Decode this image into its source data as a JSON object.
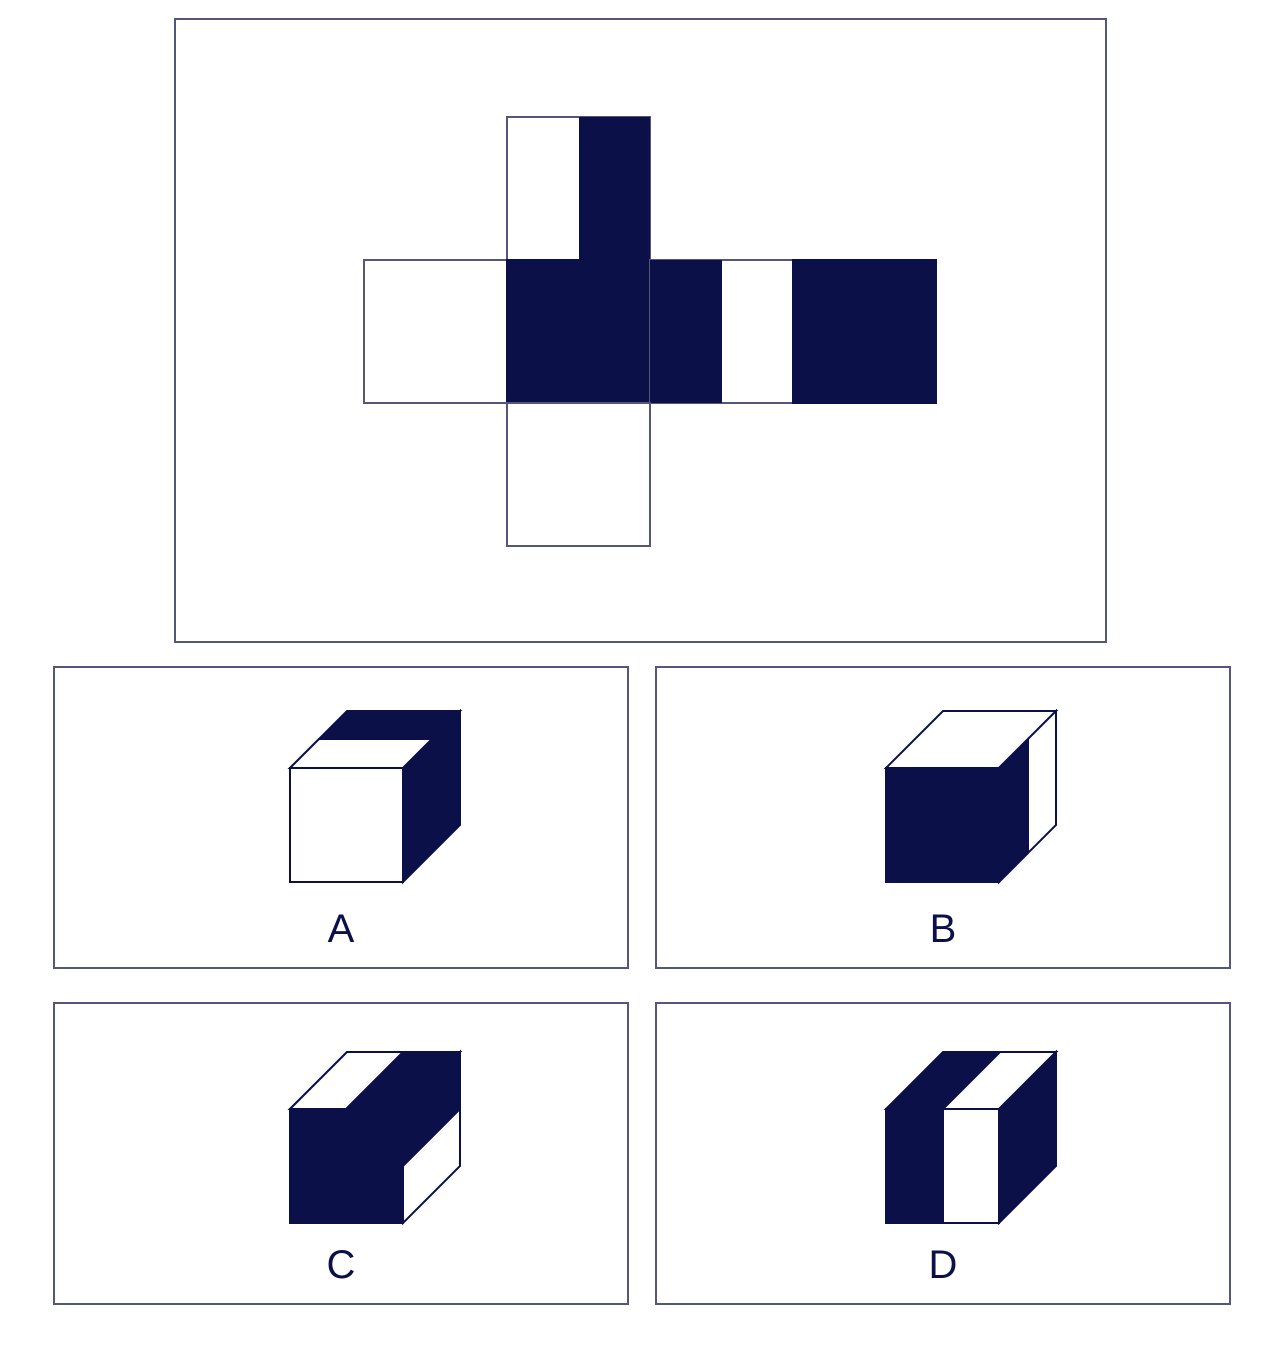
{
  "colors": {
    "fill": "#0b1148",
    "outline": "#55577a",
    "background": "#ffffff"
  },
  "options": [
    {
      "label": "A"
    },
    {
      "label": "B"
    },
    {
      "label": "C"
    },
    {
      "label": "D"
    }
  ]
}
